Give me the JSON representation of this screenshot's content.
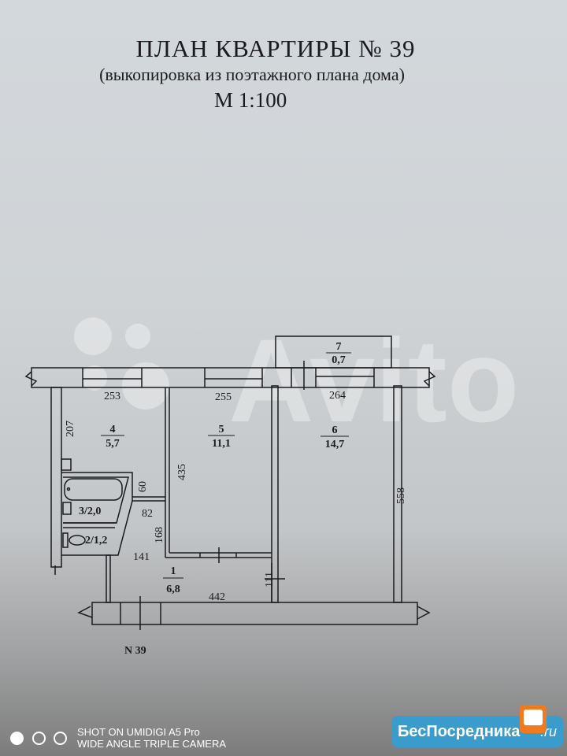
{
  "header": {
    "title": "ПЛАН КВАРТИРЫ № 39",
    "subtitle": "(выкопировка из поэтажного плана дома)",
    "scale": "М 1:100"
  },
  "plan": {
    "rooms": [
      {
        "number": "1",
        "area": "6,8"
      },
      {
        "label": "2/1,2"
      },
      {
        "label": "3/2,0"
      },
      {
        "number": "4",
        "area": "5,7"
      },
      {
        "number": "5",
        "area": "11,1"
      },
      {
        "number": "6",
        "area": "14,7"
      },
      {
        "number": "7",
        "area": "0,7"
      }
    ],
    "dimensions": [
      "253",
      "255",
      "264",
      "207",
      "435",
      "60",
      "82",
      "168",
      "141",
      "442",
      "111",
      "558"
    ],
    "apartment_label": "N 39"
  },
  "watermark": "Avito",
  "footer": {
    "camera_line1": "SHOT ON UMIDIGI A5 Pro",
    "camera_line2": "WIDE ANGLE TRIPLE CAMERA",
    "brand": "БесПосредника",
    "brand_suffix": ".ru"
  }
}
